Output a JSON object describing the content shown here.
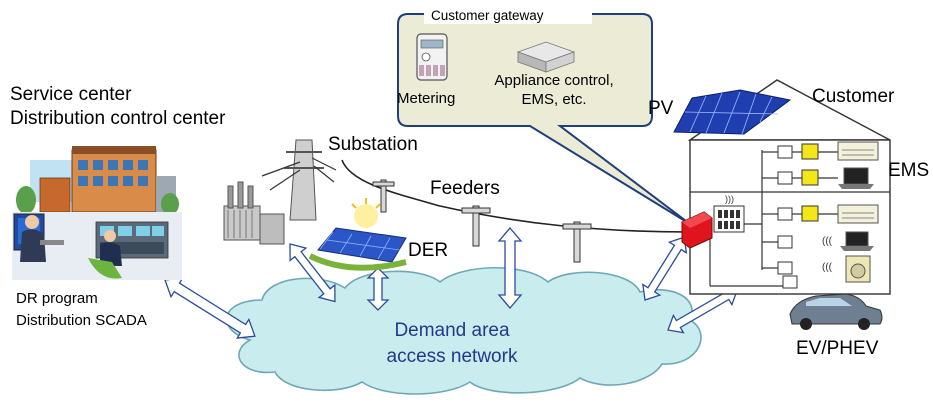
{
  "labels": {
    "service_center": "Service center",
    "distribution_control_center": "Distribution control center",
    "dr_program": "DR program",
    "distribution_scada": "Distribution SCADA",
    "substation": "Substation",
    "feeders": "Feeders",
    "der": "DER",
    "customer_gateway": "Customer gateway",
    "metering": "Metering",
    "appliance_control_line1": "Appliance control,",
    "appliance_control_line2": "EMS, etc.",
    "pv": "PV",
    "customer": "Customer",
    "ems": "EMS",
    "ev_phev": "EV/PHEV",
    "cloud_line1": "Demand area",
    "cloud_line2": "access network"
  },
  "colors": {
    "cloud_fill": "#c9ecef",
    "cloud_stroke": "#6fa8b5",
    "arrow_fill": "#ffffff",
    "arrow_stroke": "#2b4b9a",
    "callout_fill": "#ecebd6",
    "callout_stroke": "#1e3f7a",
    "gateway_red": "#e0141c",
    "appliance_yellow": "#f5e61a",
    "solar_blue": "#1f3fb0",
    "cloud_text": "#1f3a8a"
  },
  "icons": [
    "building-icon",
    "operator-icon",
    "transformer-icon",
    "utility-pole-icon",
    "solar-panel-icon",
    "smart-meter-icon",
    "gateway-box-icon",
    "house-icon",
    "car-icon",
    "laptop-icon",
    "air-conditioner-icon",
    "washing-machine-icon"
  ]
}
